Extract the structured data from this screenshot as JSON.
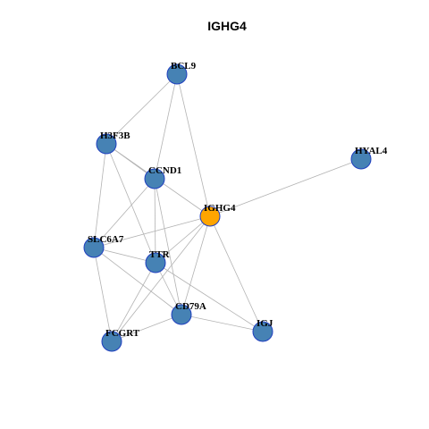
{
  "title": "IGHG4",
  "colors": {
    "node_default": "#4682b4",
    "node_highlight": "#ffa500",
    "node_border": "#1f3fbf",
    "edge": "#b3b3b3"
  },
  "nodes": [
    {
      "id": "BCL9",
      "label": "BCL9",
      "highlight": false
    },
    {
      "id": "H3F3B",
      "label": "H3F3B",
      "highlight": false
    },
    {
      "id": "HYAL4",
      "label": "HYAL4",
      "highlight": false
    },
    {
      "id": "CCND1",
      "label": "CCND1",
      "highlight": false
    },
    {
      "id": "IGHG4",
      "label": "IGHG4",
      "highlight": true
    },
    {
      "id": "SLC6A7",
      "label": "SLC6A7",
      "highlight": false
    },
    {
      "id": "TTR",
      "label": "TTR",
      "highlight": false
    },
    {
      "id": "CD79A",
      "label": "CD79A",
      "highlight": false
    },
    {
      "id": "IGJ",
      "label": "IGJ",
      "highlight": false
    },
    {
      "id": "FCGRT",
      "label": "FCGRT",
      "highlight": false
    }
  ],
  "edges": [
    [
      "BCL9",
      "H3F3B"
    ],
    [
      "BCL9",
      "CCND1"
    ],
    [
      "BCL9",
      "IGHG4"
    ],
    [
      "H3F3B",
      "CCND1"
    ],
    [
      "H3F3B",
      "IGHG4"
    ],
    [
      "H3F3B",
      "SLC6A7"
    ],
    [
      "H3F3B",
      "TTR"
    ],
    [
      "HYAL4",
      "IGHG4"
    ],
    [
      "CCND1",
      "SLC6A7"
    ],
    [
      "CCND1",
      "TTR"
    ],
    [
      "CCND1",
      "CD79A"
    ],
    [
      "IGHG4",
      "SLC6A7"
    ],
    [
      "IGHG4",
      "TTR"
    ],
    [
      "IGHG4",
      "CD79A"
    ],
    [
      "IGHG4",
      "IGJ"
    ],
    [
      "IGHG4",
      "FCGRT"
    ],
    [
      "SLC6A7",
      "TTR"
    ],
    [
      "SLC6A7",
      "CD79A"
    ],
    [
      "SLC6A7",
      "FCGRT"
    ],
    [
      "TTR",
      "CD79A"
    ],
    [
      "TTR",
      "IGJ"
    ],
    [
      "TTR",
      "FCGRT"
    ],
    [
      "CD79A",
      "IGJ"
    ],
    [
      "CD79A",
      "FCGRT"
    ]
  ]
}
